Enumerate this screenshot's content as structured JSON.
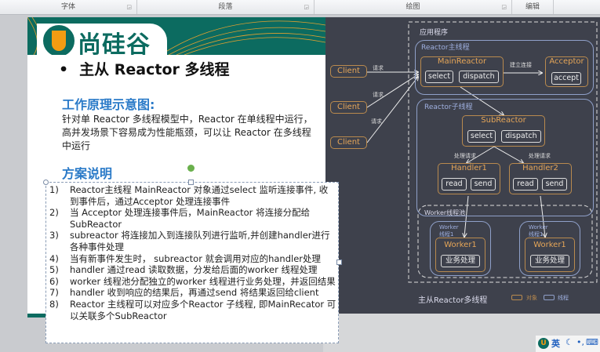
{
  "ribbon": {
    "groups": [
      "字体",
      "段落",
      "绘图",
      "编辑"
    ]
  },
  "slide": {
    "logo_text": "尚硅谷",
    "title": "主从 Reactor 多线程",
    "h1": "工作原理示意图:",
    "para": "针对单 Reactor 多线程模型中，Reactor 在单线程中运行，高并发场景下容易成为性能瓶颈，可以让 Reactor 在多线程中运行",
    "h2": "方案说明",
    "items": [
      {
        "n": "1)",
        "t": "Reactor主线程 MainReactor 对象通过select 监听连接事件, 收到事件后，通过Acceptor 处理连接事件"
      },
      {
        "n": "2)",
        "t": "当 Acceptor  处理连接事件后，MainReactor 将连接分配给SubReactor"
      },
      {
        "n": "3)",
        "t": "subreactor 将连接加入到连接队列进行监听,并创建handler进行各种事件处理"
      },
      {
        "n": "4)",
        "t": "当有新事件发生时， subreactor 就会调用对应的handler处理"
      },
      {
        "n": "5)",
        "t": "handler 通过read 读取数据，分发给后面的worker 线程处理"
      },
      {
        "n": "6)",
        "t": "worker 线程池分配独立的worker 线程进行业务处理，并返回结果"
      },
      {
        "n": "7)",
        "t": "handler 收到响应的结果后，再通过send 将结果返回给client"
      },
      {
        "n": "8)",
        "t": "Reactor 主线程可以对应多个Reactor 子线程, 即MainRecator 可以关联多个SubReactor"
      }
    ]
  },
  "diagram": {
    "app": "应用程序",
    "main_thread": "Reactor主线程",
    "sub_thread": "Reactor子线程",
    "client": "Client",
    "request": "请求",
    "connect": "建立连接",
    "main_reactor": "MainReactor",
    "select": "select",
    "dispatch": "dispatch",
    "acceptor": "Acceptor",
    "accept": "accept",
    "sub_reactor": "SubReactor",
    "handle_req": "处理请求",
    "handler1": "Handler1",
    "handler2": "Handler2",
    "read": "read",
    "send": "send",
    "worker_pool": "Worker线程池",
    "worker_thread": "Worker 线程1",
    "worker1": "Worker1",
    "biz": "业务处理",
    "caption": "主从Reactor多线程",
    "legend_obj": "对象",
    "legend_thread": "线程"
  },
  "ime": {
    "lang": "英"
  }
}
